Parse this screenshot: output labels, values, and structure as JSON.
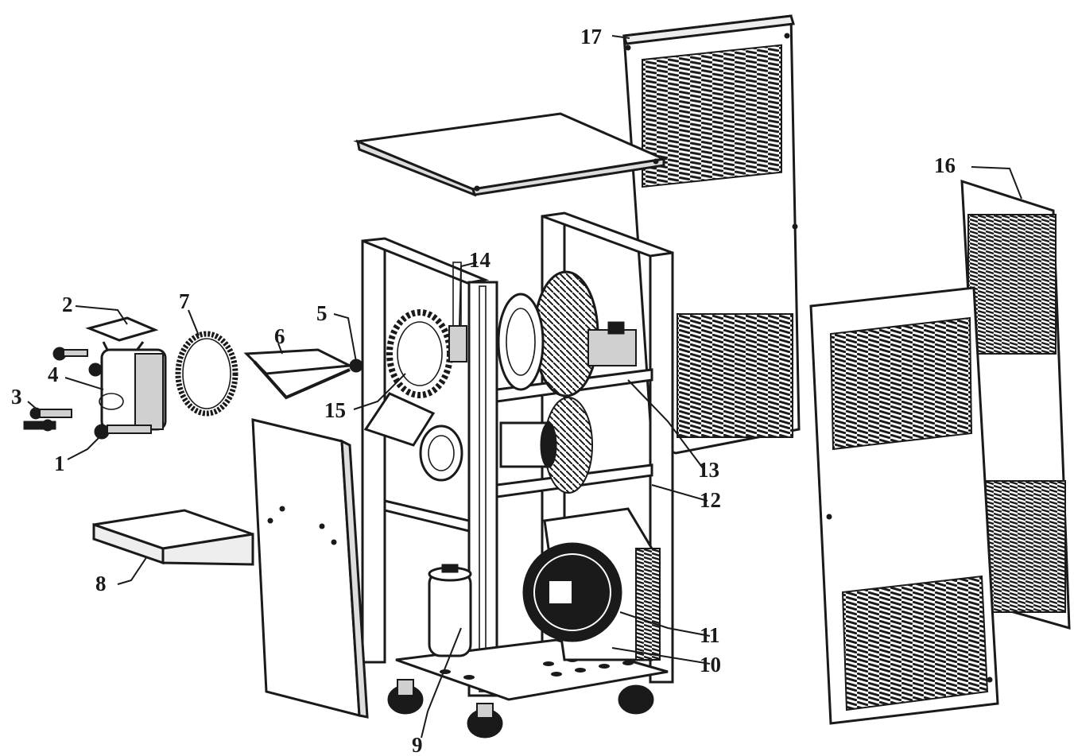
{
  "diagram": {
    "part_labels": [
      {
        "id": "1",
        "text": "1"
      },
      {
        "id": "2",
        "text": "2"
      },
      {
        "id": "3",
        "text": "3"
      },
      {
        "id": "4",
        "text": "4"
      },
      {
        "id": "5",
        "text": "5"
      },
      {
        "id": "6",
        "text": "6"
      },
      {
        "id": "7",
        "text": "7"
      },
      {
        "id": "8",
        "text": "8"
      },
      {
        "id": "9",
        "text": "9"
      },
      {
        "id": "10",
        "text": "10"
      },
      {
        "id": "11",
        "text": "11"
      },
      {
        "id": "12",
        "text": "12"
      },
      {
        "id": "13",
        "text": "13"
      },
      {
        "id": "14",
        "text": "14"
      },
      {
        "id": "15",
        "text": "15"
      },
      {
        "id": "16",
        "text": "16"
      },
      {
        "id": "17",
        "text": "17"
      }
    ],
    "line_color": "#1a1a1a",
    "background_color": "#ffffff"
  }
}
